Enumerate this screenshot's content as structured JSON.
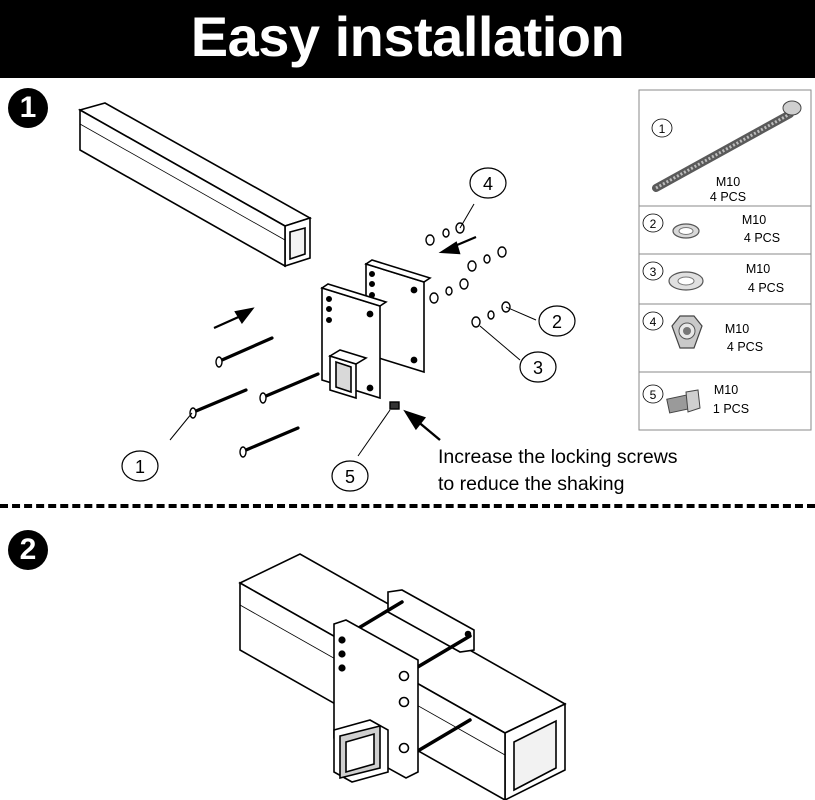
{
  "header": {
    "title": "Easy installation",
    "bg_color": "#000000",
    "text_color": "#ffffff"
  },
  "steps": [
    {
      "number": "1"
    },
    {
      "number": "2"
    }
  ],
  "callouts": [
    "1",
    "2",
    "3",
    "4",
    "5"
  ],
  "note": {
    "line1": "Increase the locking screws",
    "line2": "to reduce the shaking"
  },
  "parts": [
    {
      "number": "1",
      "name": "M10",
      "qty": "4 PCS",
      "icon": "carriage-bolt-icon"
    },
    {
      "number": "2",
      "name": "M10",
      "qty": "4 PCS",
      "icon": "lock-washer-icon"
    },
    {
      "number": "3",
      "name": "M10",
      "qty": "4 PCS",
      "icon": "flat-washer-icon"
    },
    {
      "number": "4",
      "name": "M10",
      "qty": "4 PCS",
      "icon": "hex-nut-icon"
    },
    {
      "number": "5",
      "name": "M10",
      "qty": "1 PCS",
      "icon": "locking-screw-icon"
    }
  ]
}
